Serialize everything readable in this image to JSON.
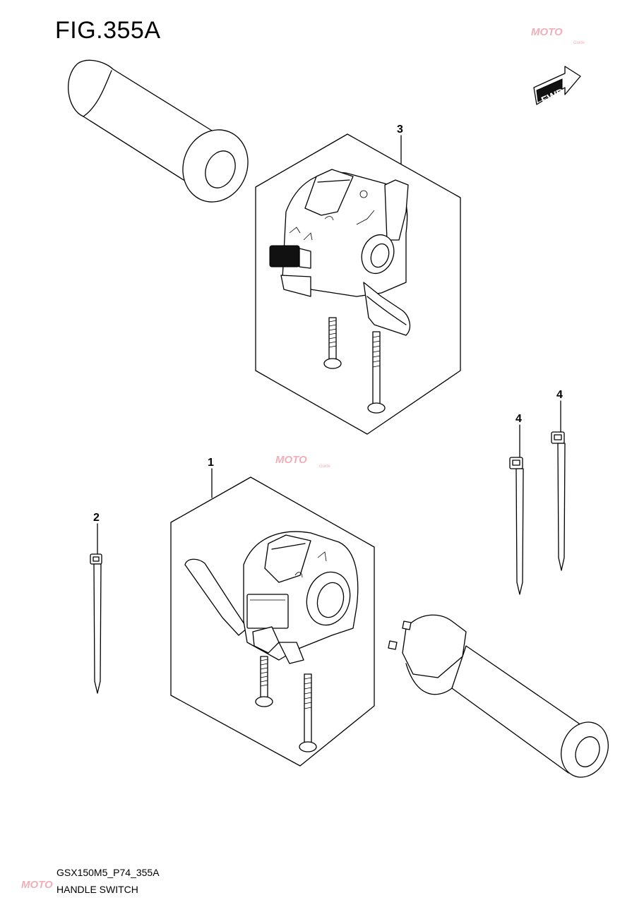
{
  "figure": {
    "title": "FIG.355A",
    "code": "GSX150M5_P74_355A",
    "name": "HANDLE SWITCH"
  },
  "fwd_label": "FWD",
  "watermark": {
    "text": "MOTO",
    "sub": "Guide"
  },
  "callouts": [
    {
      "id": "1",
      "label": "1"
    },
    {
      "id": "2",
      "label": "2"
    },
    {
      "id": "3",
      "label": "3"
    },
    {
      "id": "4a",
      "label": "4"
    },
    {
      "id": "4b",
      "label": "4"
    }
  ],
  "colors": {
    "line": "#000000",
    "background": "#ffffff",
    "watermark": "#e05060"
  }
}
